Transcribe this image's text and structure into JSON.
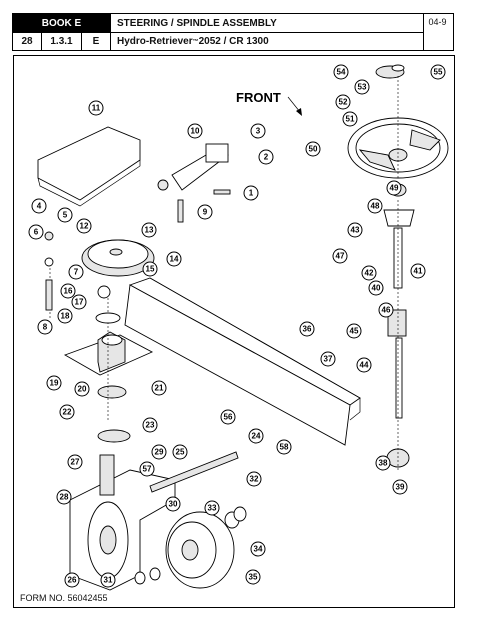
{
  "header": {
    "book": "BOOK E",
    "title": "STEERING / SPINDLE ASSEMBLY",
    "sheet": "04-9",
    "page": "28",
    "section": "1.3.1",
    "book_letter": "E",
    "model_prefix": "Hydro-Retriever",
    "model_tm": "™",
    "model_suffix": " 2052 / CR 1300"
  },
  "diagram": {
    "front_label": "FRONT"
  },
  "footer": {
    "form_no": "FORM NO. 56042455"
  },
  "callouts": [
    "1",
    "2",
    "3",
    "4",
    "5",
    "6",
    "7",
    "8",
    "9",
    "10",
    "11",
    "12",
    "13",
    "14",
    "15",
    "16",
    "17",
    "18",
    "19",
    "20",
    "21",
    "22",
    "23",
    "24",
    "25",
    "26",
    "27",
    "28",
    "29",
    "30",
    "31",
    "32",
    "33",
    "34",
    "35",
    "36",
    "37",
    "38",
    "39",
    "40",
    "41",
    "42",
    "43",
    "44",
    "45",
    "46",
    "47",
    "48",
    "49",
    "50",
    "51",
    "52",
    "53",
    "54",
    "55",
    "56",
    "57",
    "58"
  ]
}
